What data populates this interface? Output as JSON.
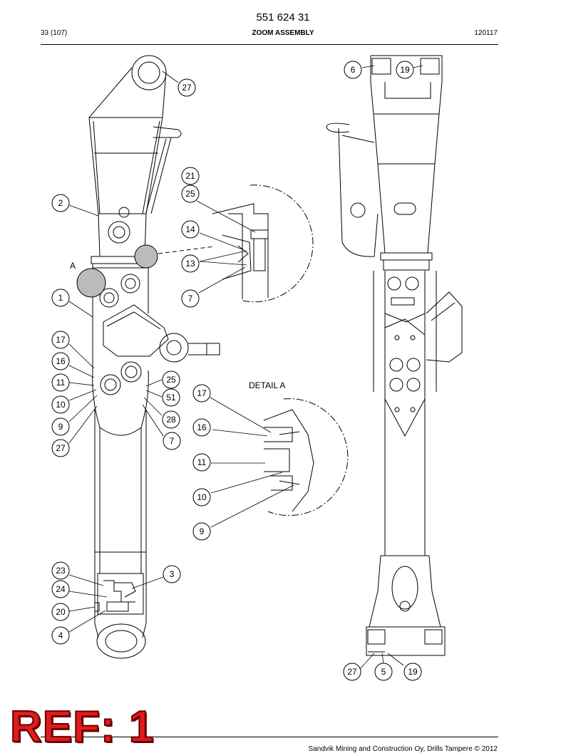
{
  "header": {
    "part_number": "551 624 31",
    "page": "33 (107)",
    "title": "ZOOM ASSEMBLY",
    "doc_code": "120117"
  },
  "labels": {
    "view_a": "A",
    "detail_a": "DETAIL A"
  },
  "callouts": {
    "c27a": "27",
    "c2": "2",
    "c21": "21",
    "c25a": "25",
    "c14": "14",
    "c13": "13",
    "c7a": "7",
    "c1": "1",
    "c17a": "17",
    "c16a": "16",
    "c11a": "11",
    "c10a": "10",
    "c9a": "9",
    "c27b": "27",
    "c25b": "25",
    "c51": "51",
    "c28": "28",
    "c7b": "7",
    "c17b": "17",
    "c16b": "16",
    "c11b": "11",
    "c10b": "10",
    "c9b": "9",
    "c23": "23",
    "c24": "24",
    "c3": "3",
    "c20": "20",
    "c4": "4",
    "c6": "6",
    "c19a": "19",
    "c27c": "27",
    "c5": "5",
    "c19b": "19"
  },
  "stamp": "REF: 1",
  "footer": {
    "copyright": "Sandvik Mining and Construction Oy, Drills Tampere © 2012"
  }
}
